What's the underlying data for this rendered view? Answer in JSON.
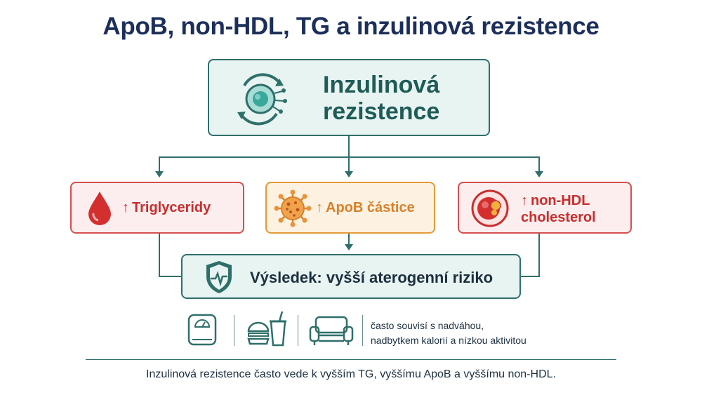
{
  "title": "ApoB, non-HDL, TG a inzulinová rezistence",
  "main": {
    "label_line1": "Inzulinová",
    "label_line2": "rezistence",
    "icon": "insulin-cycle-icon"
  },
  "effects": [
    {
      "arrow": "↑",
      "label": "Triglyceridy",
      "icon": "blood-drop-icon",
      "color": "#d35050"
    },
    {
      "arrow": "↑",
      "label": "ApoB částice",
      "icon": "lipoprotein-particle-icon",
      "color": "#e39a36"
    },
    {
      "arrow": "↑",
      "label_line1": "non-HDL",
      "label_line2": "cholesterol",
      "icon": "cholesterol-cell-icon",
      "color": "#d35050"
    }
  ],
  "result": {
    "label": "Výsledek: vyšší aterogenní riziko",
    "icon": "shield-heartbeat-icon"
  },
  "lifestyle": {
    "icons": [
      "scale-icon",
      "fast-food-icon",
      "couch-icon"
    ],
    "text_line1": "často souvisí s nadváhou,",
    "text_line2": "nadbytkem kalorií a nízkou aktivitou"
  },
  "footer": "Inzulinová rezistence často vede k vyšším TG, vyššímu ApoB a vyššímu non-HDL.",
  "colors": {
    "teal": "#2f6f6a",
    "red": "#d35050",
    "orange": "#e39a36",
    "navy": "#1c2f5a"
  }
}
